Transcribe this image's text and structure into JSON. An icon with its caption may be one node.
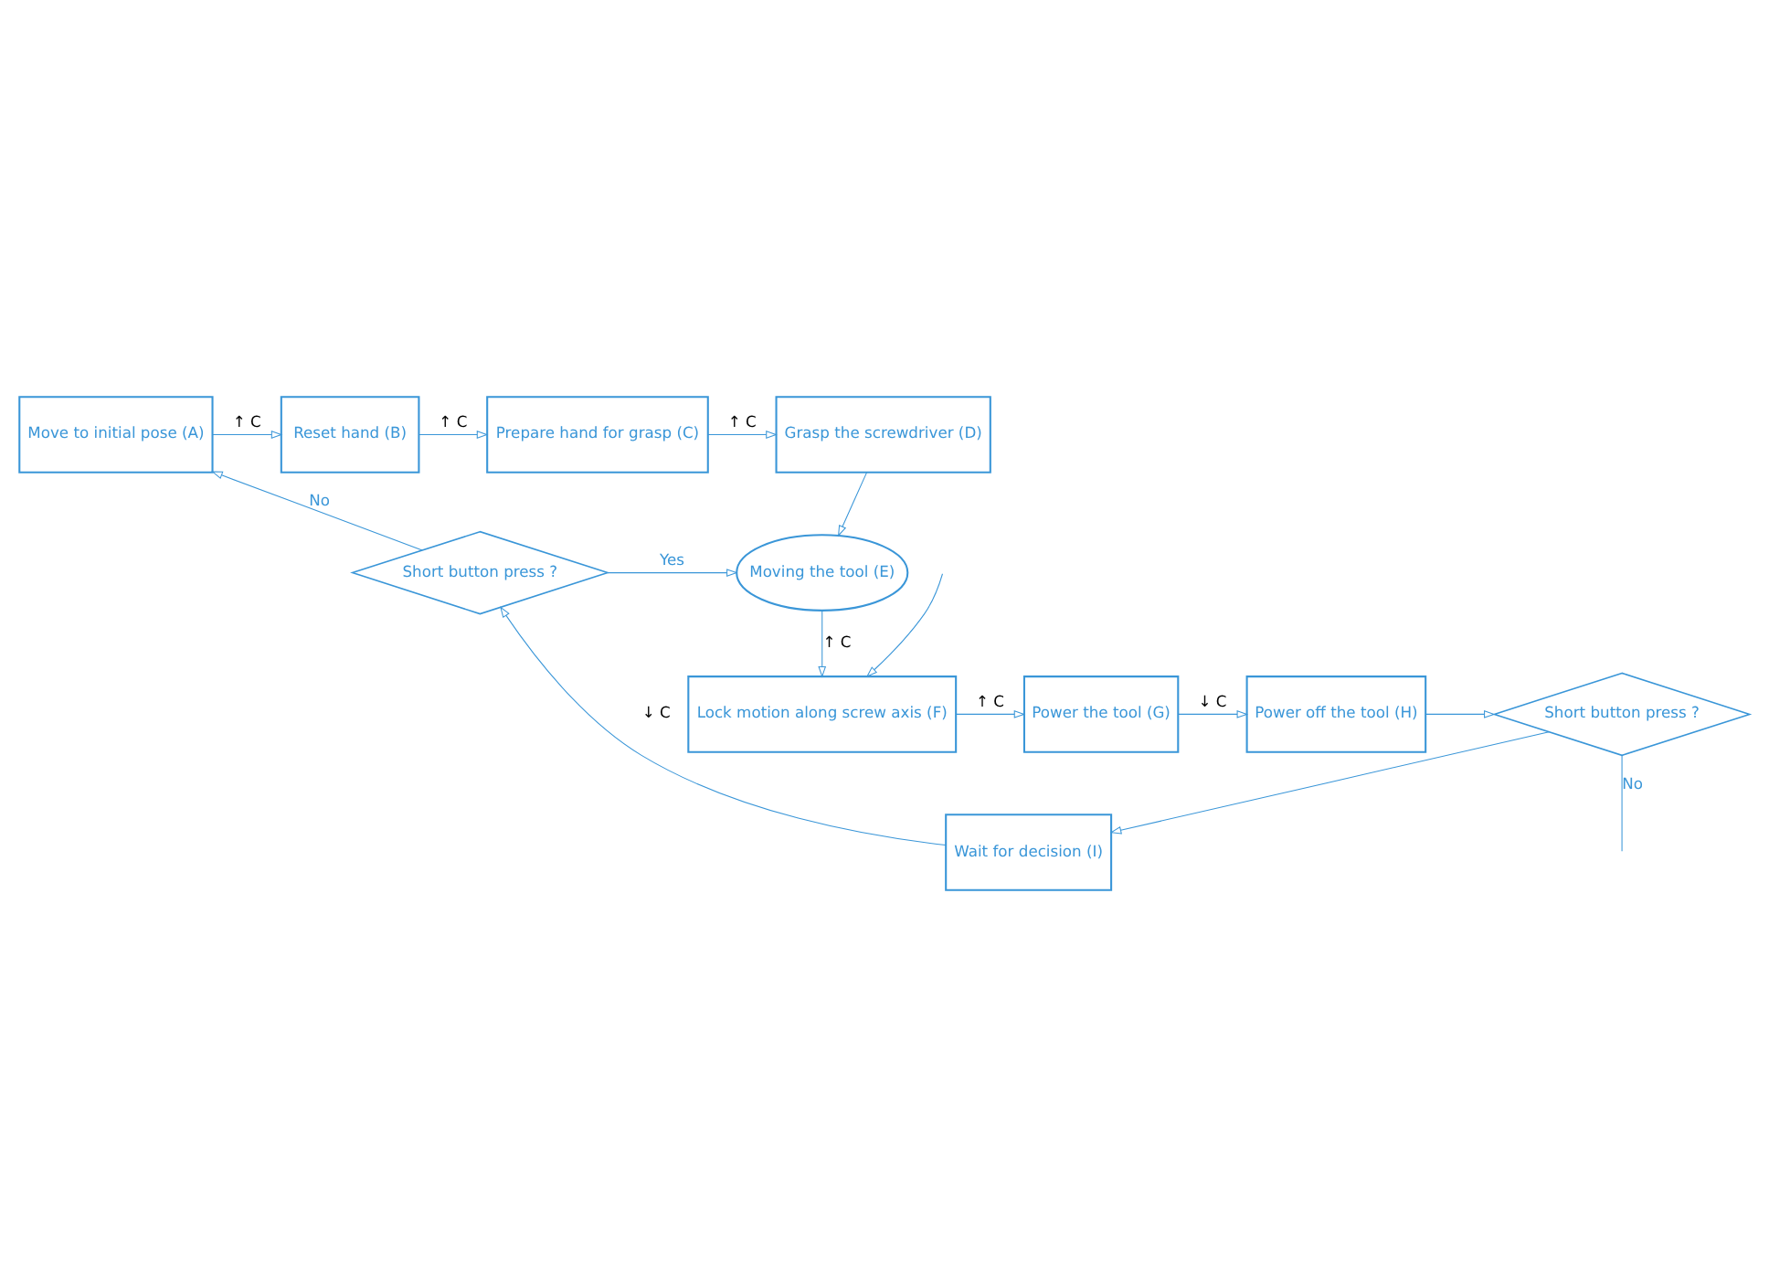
{
  "diagram": {
    "nodes": [
      {
        "text": [
          "Move to initial pose (A)"
        ]
      },
      {
        "text": [
          "Reset hand (B)"
        ]
      },
      {
        "text": [
          "Prepare hand for grasp (C)"
        ]
      },
      {
        "text": [
          "Grasp the screwdriver (D)"
        ]
      },
      {
        "text": [
          "Moving the tool (E)"
        ]
      },
      {
        "text": [
          "Lock motion along screw axis (F)"
        ]
      },
      {
        "text": [
          "Power the tool (G)"
        ]
      },
      {
        "text": [
          "Power off the tool (H)"
        ]
      },
      {
        "text": [
          "Short button press ?"
        ]
      },
      {
        "text": [
          "Wait for decision (I)"
        ]
      },
      {
        "text": [
          "Short button press ?"
        ]
      }
    ],
    "edges": [
      {
        "from": 0,
        "to": 1,
        "arrow": "to",
        "label": "↑ C"
      },
      {
        "from": 1,
        "to": 2,
        "arrow": "to",
        "label": "↑ C"
      },
      {
        "from": 2,
        "to": 3,
        "arrow": "to",
        "label": "↑ C"
      },
      {
        "from": 3,
        "to": 4,
        "arrow": "to"
      },
      {
        "from": 4,
        "to": 5,
        "arrow": "to",
        "label": "↑ C"
      },
      {
        "from": null,
        "to": 5,
        "arrow": "to"
      },
      {
        "from": 5,
        "to": 6,
        "arrow": "to",
        "label": "↑ C"
      },
      {
        "from": 6,
        "to": 7,
        "arrow": "to",
        "label": "↓ C"
      },
      {
        "from": 7,
        "to": 8,
        "arrow": "to"
      },
      {
        "from": 8,
        "to": null,
        "arrow": "none",
        "label": "No"
      },
      {
        "from": 8,
        "to": 9,
        "arrow": "to"
      },
      {
        "from": 9,
        "to": 10,
        "arrow": "to",
        "label": "↓ C"
      },
      {
        "from": 10,
        "to": 0,
        "arrow": "to",
        "label": "No"
      },
      {
        "from": 10,
        "to": 4,
        "arrow": "to",
        "label": "Yes"
      }
    ]
  }
}
